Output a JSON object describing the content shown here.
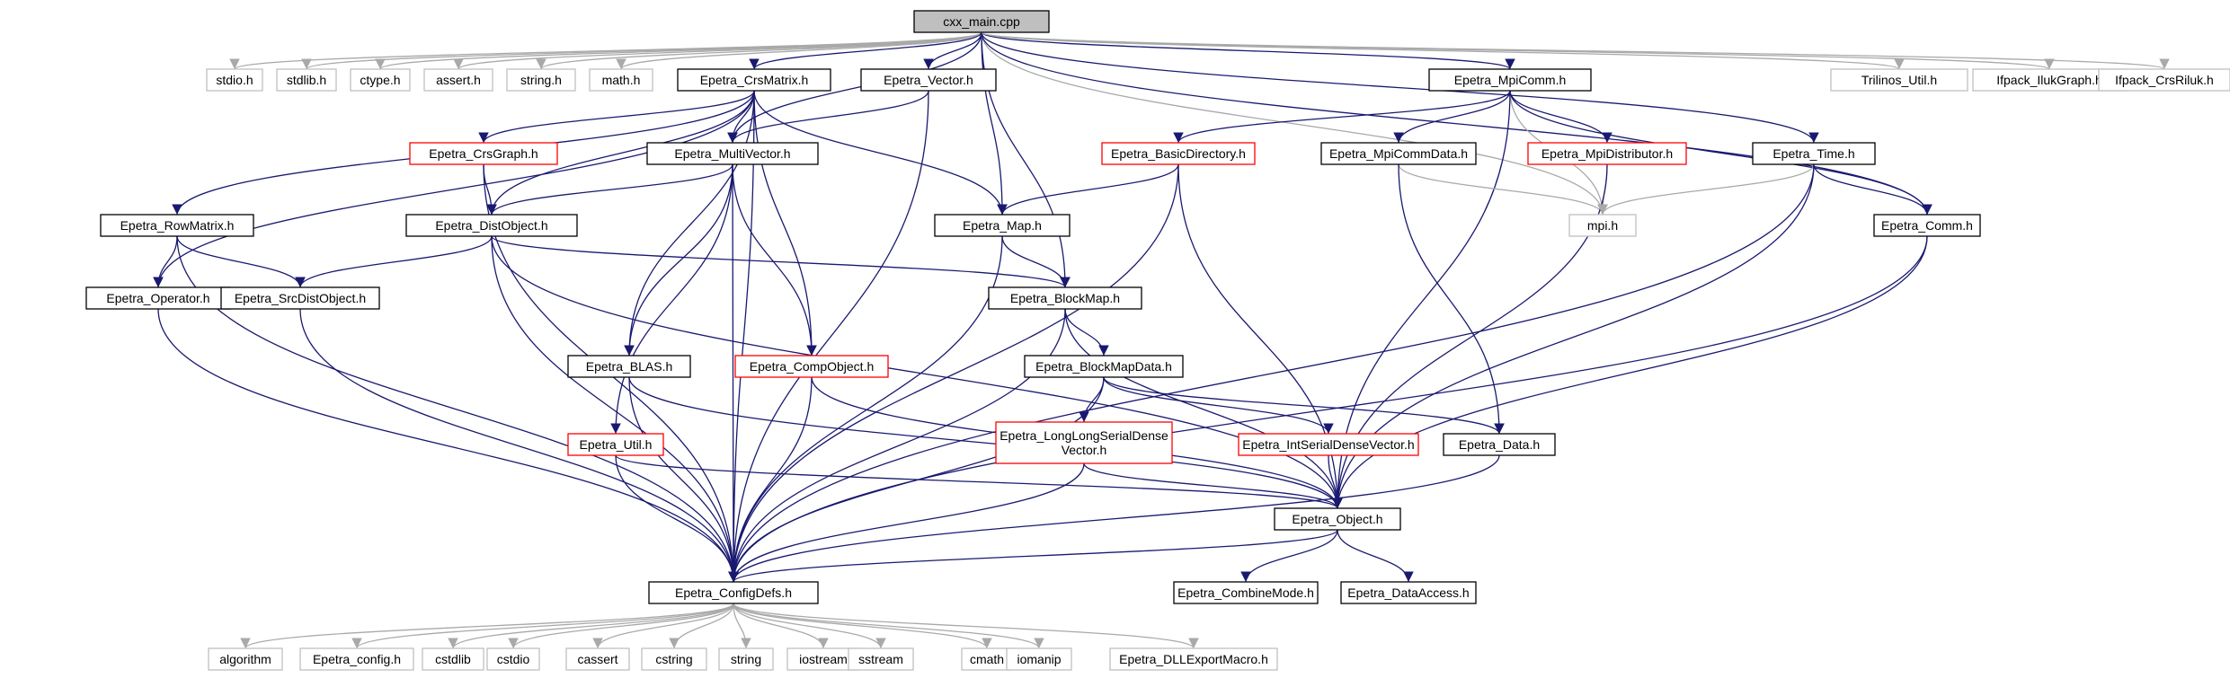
{
  "colors": {
    "normal_border": "#000000",
    "truncated_border": "#ff0000",
    "system_border": "#bfbfbf",
    "root_fill": "#bfbfbf",
    "edge": "#191970",
    "system_edge": "#a9a9a9"
  },
  "nodes": [
    {
      "id": "cxx_main",
      "label": "cxx_main.cpp",
      "kind": "root"
    },
    {
      "id": "stdio_h",
      "label": "stdio.h",
      "kind": "system"
    },
    {
      "id": "stdlib_h",
      "label": "stdlib.h",
      "kind": "system"
    },
    {
      "id": "ctype_h",
      "label": "ctype.h",
      "kind": "system"
    },
    {
      "id": "assert_h",
      "label": "assert.h",
      "kind": "system"
    },
    {
      "id": "string_h",
      "label": "string.h",
      "kind": "system"
    },
    {
      "id": "math_h",
      "label": "math.h",
      "kind": "system"
    },
    {
      "id": "crsmatrix",
      "label": "Epetra_CrsMatrix.h",
      "kind": "normal"
    },
    {
      "id": "vector",
      "label": "Epetra_Vector.h",
      "kind": "normal"
    },
    {
      "id": "mpicomm",
      "label": "Epetra_MpiComm.h",
      "kind": "normal"
    },
    {
      "id": "trilinos_util",
      "label": "Trilinos_Util.h",
      "kind": "system"
    },
    {
      "id": "ifpack_ilukgraph",
      "label": "Ifpack_IlukGraph.h",
      "kind": "system"
    },
    {
      "id": "ifpack_crsriluk",
      "label": "Ifpack_CrsRiluk.h",
      "kind": "system"
    },
    {
      "id": "crsgraph",
      "label": "Epetra_CrsGraph.h",
      "kind": "truncated"
    },
    {
      "id": "multivector",
      "label": "Epetra_MultiVector.h",
      "kind": "normal"
    },
    {
      "id": "basicdirectory",
      "label": "Epetra_BasicDirectory.h",
      "kind": "truncated"
    },
    {
      "id": "mpicommdata",
      "label": "Epetra_MpiCommData.h",
      "kind": "normal"
    },
    {
      "id": "mpidistributor",
      "label": "Epetra_MpiDistributor.h",
      "kind": "truncated"
    },
    {
      "id": "time_h",
      "label": "Epetra_Time.h",
      "kind": "normal"
    },
    {
      "id": "rowmatrix",
      "label": "Epetra_RowMatrix.h",
      "kind": "normal"
    },
    {
      "id": "distobject",
      "label": "Epetra_DistObject.h",
      "kind": "normal"
    },
    {
      "id": "map_h",
      "label": "Epetra_Map.h",
      "kind": "normal"
    },
    {
      "id": "mpi_h",
      "label": "mpi.h",
      "kind": "system"
    },
    {
      "id": "comm_h",
      "label": "Epetra_Comm.h",
      "kind": "normal"
    },
    {
      "id": "operator_h",
      "label": "Epetra_Operator.h",
      "kind": "normal"
    },
    {
      "id": "srcdistobject",
      "label": "Epetra_SrcDistObject.h",
      "kind": "normal"
    },
    {
      "id": "blockmap",
      "label": "Epetra_BlockMap.h",
      "kind": "normal"
    },
    {
      "id": "blas_h",
      "label": "Epetra_BLAS.h",
      "kind": "normal"
    },
    {
      "id": "compobject",
      "label": "Epetra_CompObject.h",
      "kind": "truncated"
    },
    {
      "id": "blockmapdata",
      "label": "Epetra_BlockMapData.h",
      "kind": "normal"
    },
    {
      "id": "util_h",
      "label": "Epetra_Util.h",
      "kind": "truncated"
    },
    {
      "id": "longlongserial",
      "label": "Epetra_LongLongSerialDense\nVector.h",
      "kind": "truncated"
    },
    {
      "id": "intserial",
      "label": "Epetra_IntSerialDenseVector.h",
      "kind": "truncated"
    },
    {
      "id": "data_h",
      "label": "Epetra_Data.h",
      "kind": "normal"
    },
    {
      "id": "object_h",
      "label": "Epetra_Object.h",
      "kind": "normal"
    },
    {
      "id": "configdefs",
      "label": "Epetra_ConfigDefs.h",
      "kind": "normal"
    },
    {
      "id": "combinemode",
      "label": "Epetra_CombineMode.h",
      "kind": "normal"
    },
    {
      "id": "dataaccess",
      "label": "Epetra_DataAccess.h",
      "kind": "normal"
    },
    {
      "id": "algorithm",
      "label": "algorithm",
      "kind": "system"
    },
    {
      "id": "epetra_config",
      "label": "Epetra_config.h",
      "kind": "system"
    },
    {
      "id": "cstdlib",
      "label": "cstdlib",
      "kind": "system"
    },
    {
      "id": "cstdio",
      "label": "cstdio",
      "kind": "system"
    },
    {
      "id": "cassert",
      "label": "cassert",
      "kind": "system"
    },
    {
      "id": "cstring",
      "label": "cstring",
      "kind": "system"
    },
    {
      "id": "string",
      "label": "string",
      "kind": "system"
    },
    {
      "id": "iostream",
      "label": "iostream",
      "kind": "system"
    },
    {
      "id": "sstream",
      "label": "sstream",
      "kind": "system"
    },
    {
      "id": "cmath",
      "label": "cmath",
      "kind": "system"
    },
    {
      "id": "iomanip",
      "label": "iomanip",
      "kind": "system"
    },
    {
      "id": "dllexport",
      "label": "Epetra_DLLExportMacro.h",
      "kind": "system"
    }
  ],
  "edges": [
    [
      "cxx_main",
      "stdio_h"
    ],
    [
      "cxx_main",
      "stdlib_h"
    ],
    [
      "cxx_main",
      "ctype_h"
    ],
    [
      "cxx_main",
      "assert_h"
    ],
    [
      "cxx_main",
      "string_h"
    ],
    [
      "cxx_main",
      "math_h"
    ],
    [
      "cxx_main",
      "crsmatrix"
    ],
    [
      "cxx_main",
      "vector"
    ],
    [
      "cxx_main",
      "multivector"
    ],
    [
      "cxx_main",
      "map_h"
    ],
    [
      "cxx_main",
      "blockmap"
    ],
    [
      "cxx_main",
      "mpicomm"
    ],
    [
      "cxx_main",
      "mpi_h"
    ],
    [
      "cxx_main",
      "time_h"
    ],
    [
      "cxx_main",
      "comm_h"
    ],
    [
      "cxx_main",
      "trilinos_util"
    ],
    [
      "cxx_main",
      "ifpack_ilukgraph"
    ],
    [
      "cxx_main",
      "ifpack_crsriluk"
    ],
    [
      "crsmatrix",
      "crsgraph"
    ],
    [
      "crsmatrix",
      "distobject"
    ],
    [
      "crsmatrix",
      "map_h"
    ],
    [
      "crsmatrix",
      "rowmatrix"
    ],
    [
      "crsmatrix",
      "operator_h"
    ],
    [
      "crsmatrix",
      "blas_h"
    ],
    [
      "crsmatrix",
      "compobject"
    ],
    [
      "crsmatrix",
      "configdefs"
    ],
    [
      "crsmatrix",
      "multivector"
    ],
    [
      "vector",
      "multivector"
    ],
    [
      "vector",
      "configdefs"
    ],
    [
      "mpicomm",
      "basicdirectory"
    ],
    [
      "mpicomm",
      "mpicommdata"
    ],
    [
      "mpicomm",
      "mpidistributor"
    ],
    [
      "mpicomm",
      "mpi_h"
    ],
    [
      "mpicomm",
      "comm_h"
    ],
    [
      "mpicomm",
      "object_h"
    ],
    [
      "crsgraph",
      "distobject"
    ],
    [
      "crsgraph",
      "configdefs"
    ],
    [
      "multivector",
      "distobject"
    ],
    [
      "multivector",
      "blas_h"
    ],
    [
      "multivector",
      "compobject"
    ],
    [
      "multivector",
      "util_h"
    ],
    [
      "multivector",
      "configdefs"
    ],
    [
      "basicdirectory",
      "map_h"
    ],
    [
      "basicdirectory",
      "object_h"
    ],
    [
      "basicdirectory",
      "configdefs"
    ],
    [
      "mpicommdata",
      "mpi_h"
    ],
    [
      "mpicommdata",
      "data_h"
    ],
    [
      "mpidistributor",
      "mpi_h"
    ],
    [
      "mpidistributor",
      "object_h"
    ],
    [
      "time_h",
      "mpi_h"
    ],
    [
      "time_h",
      "comm_h"
    ],
    [
      "time_h",
      "object_h"
    ],
    [
      "time_h",
      "configdefs"
    ],
    [
      "rowmatrix",
      "operator_h"
    ],
    [
      "rowmatrix",
      "srcdistobject"
    ],
    [
      "rowmatrix",
      "configdefs"
    ],
    [
      "distobject",
      "srcdistobject"
    ],
    [
      "distobject",
      "blockmap"
    ],
    [
      "distobject",
      "object_h"
    ],
    [
      "distobject",
      "configdefs"
    ],
    [
      "map_h",
      "blockmap"
    ],
    [
      "map_h",
      "configdefs"
    ],
    [
      "comm_h",
      "object_h"
    ],
    [
      "comm_h",
      "configdefs"
    ],
    [
      "operator_h",
      "configdefs"
    ],
    [
      "srcdistobject",
      "configdefs"
    ],
    [
      "blockmap",
      "blockmapdata"
    ],
    [
      "blockmap",
      "object_h"
    ],
    [
      "blockmap",
      "configdefs"
    ],
    [
      "blas_h",
      "object_h"
    ],
    [
      "blas_h",
      "configdefs"
    ],
    [
      "compobject",
      "object_h"
    ],
    [
      "compobject",
      "configdefs"
    ],
    [
      "blockmapdata",
      "longlongserial"
    ],
    [
      "blockmapdata",
      "intserial"
    ],
    [
      "blockmapdata",
      "data_h"
    ],
    [
      "blockmapdata",
      "configdefs"
    ],
    [
      "util_h",
      "object_h"
    ],
    [
      "util_h",
      "configdefs"
    ],
    [
      "longlongserial",
      "object_h"
    ],
    [
      "longlongserial",
      "configdefs"
    ],
    [
      "intserial",
      "object_h"
    ],
    [
      "data_h",
      "configdefs"
    ],
    [
      "object_h",
      "configdefs"
    ],
    [
      "object_h",
      "combinemode"
    ],
    [
      "object_h",
      "dataaccess"
    ],
    [
      "configdefs",
      "algorithm"
    ],
    [
      "configdefs",
      "epetra_config"
    ],
    [
      "configdefs",
      "cstdlib"
    ],
    [
      "configdefs",
      "cstdio"
    ],
    [
      "configdefs",
      "cassert"
    ],
    [
      "configdefs",
      "cstring"
    ],
    [
      "configdefs",
      "string"
    ],
    [
      "configdefs",
      "iostream"
    ],
    [
      "configdefs",
      "sstream"
    ],
    [
      "configdefs",
      "cmath"
    ],
    [
      "configdefs",
      "iomanip"
    ],
    [
      "configdefs",
      "dllexport"
    ]
  ]
}
